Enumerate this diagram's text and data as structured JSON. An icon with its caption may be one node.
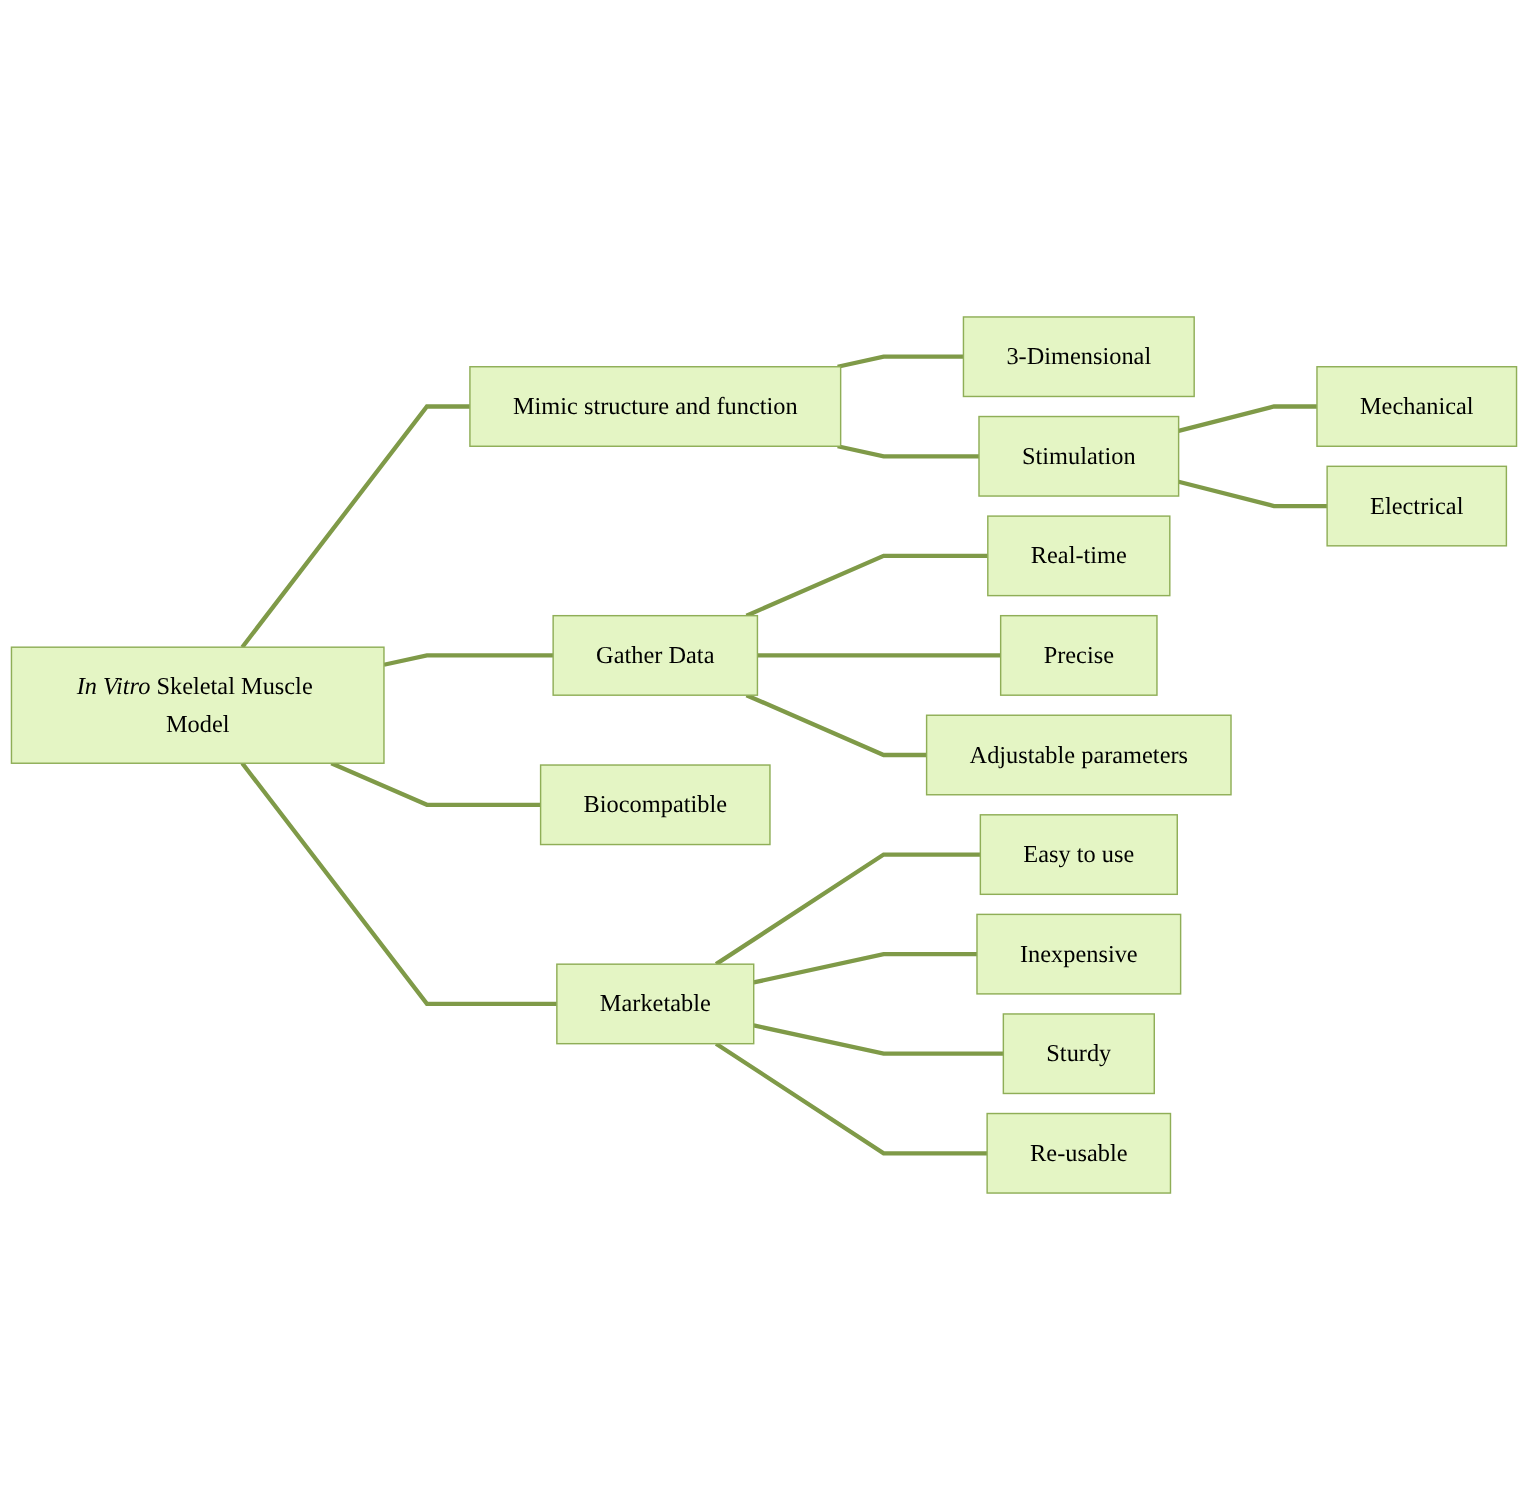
{
  "diagram": {
    "nodes": [
      {
        "text": [
          "*In Vitro* Skeletal Muscle Model"
        ]
      },
      {
        "text": [
          "Mimic structure and function"
        ]
      },
      {
        "text": [
          "3-Dimensional"
        ]
      },
      {
        "text": [
          "Stimulation"
        ]
      },
      {
        "text": [
          "Mechanical"
        ]
      },
      {
        "text": [
          "Electrical"
        ]
      },
      {
        "text": [
          "Gather Data"
        ]
      },
      {
        "text": [
          "Real-time"
        ]
      },
      {
        "text": [
          "Precise"
        ]
      },
      {
        "text": [
          "Adjustable parameters"
        ]
      },
      {
        "text": [
          "Biocompatible"
        ]
      },
      {
        "text": [
          "Marketable"
        ]
      },
      {
        "text": [
          "Easy to use"
        ]
      },
      {
        "text": [
          "Inexpensive"
        ]
      },
      {
        "text": [
          "Sturdy"
        ]
      },
      {
        "text": [
          "Re-usable"
        ]
      }
    ],
    "edges": [
      {
        "from": 0,
        "to": 1,
        "arrow": "none"
      },
      {
        "from": 1,
        "to": 2,
        "arrow": "none"
      },
      {
        "from": 1,
        "to": 3,
        "arrow": "none"
      },
      {
        "from": 3,
        "to": 4,
        "arrow": "none"
      },
      {
        "from": 3,
        "to": 5,
        "arrow": "none"
      },
      {
        "from": 0,
        "to": 6,
        "arrow": "none"
      },
      {
        "from": 6,
        "to": 7,
        "arrow": "none"
      },
      {
        "from": 6,
        "to": 8,
        "arrow": "none"
      },
      {
        "from": 6,
        "to": 9,
        "arrow": "none"
      },
      {
        "from": 0,
        "to": 10,
        "arrow": "none"
      },
      {
        "from": 0,
        "to": 11,
        "arrow": "none"
      },
      {
        "from": 11,
        "to": 12,
        "arrow": "none"
      },
      {
        "from": 11,
        "to": 13,
        "arrow": "none"
      },
      {
        "from": 11,
        "to": 14,
        "arrow": "none"
      },
      {
        "from": 11,
        "to": 15,
        "arrow": "none"
      }
    ]
  }
}
